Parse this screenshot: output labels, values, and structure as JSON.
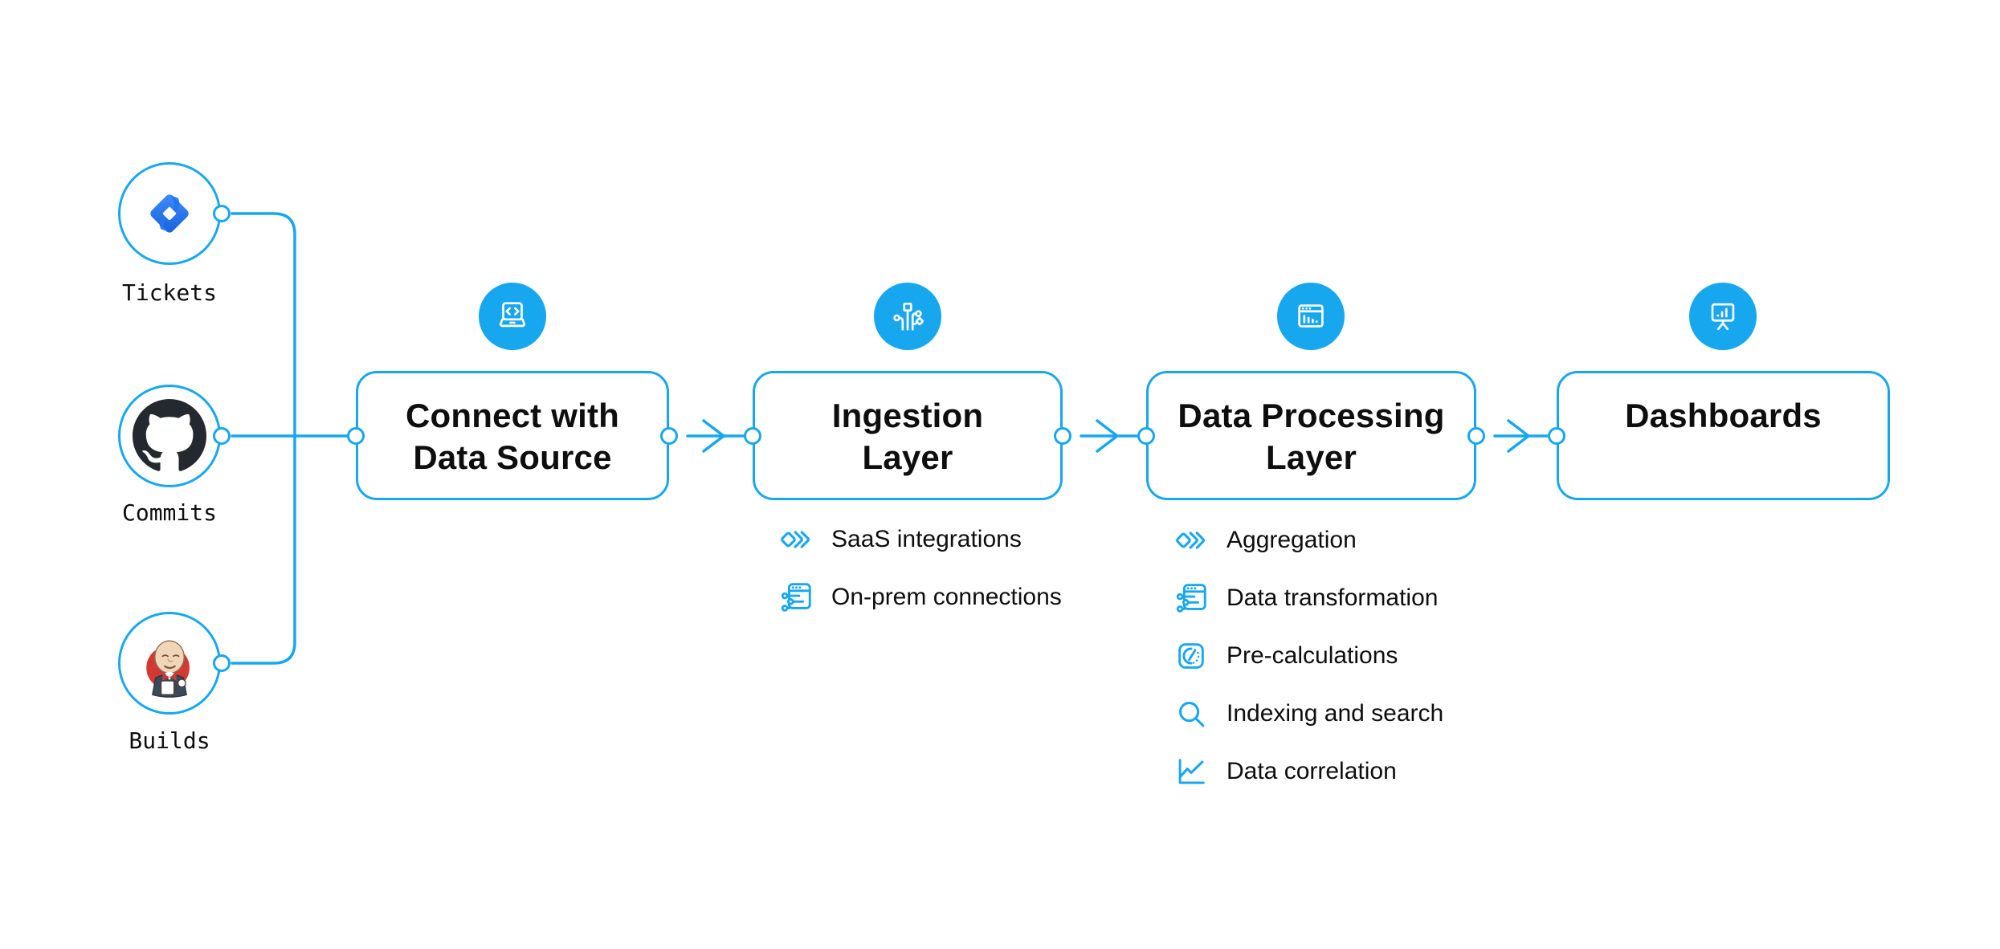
{
  "colors": {
    "accent": "#17a7ef",
    "text": "#0e0e0e",
    "github_black": "#24292f",
    "jira_blue_light": "#3f8efc",
    "jira_blue_dark": "#1461da",
    "jenkins_red": "#d33833"
  },
  "sources": [
    {
      "label": "Tickets",
      "icon": "jira-icon"
    },
    {
      "label": "Commits",
      "icon": "github-icon"
    },
    {
      "label": "Builds",
      "icon": "jenkins-icon"
    }
  ],
  "stages": [
    {
      "lines": [
        "Connect with",
        "Data Source"
      ],
      "badge_icon": "laptop-code-icon",
      "items": []
    },
    {
      "lines": [
        "Ingestion",
        "Layer"
      ],
      "badge_icon": "circuit-icon",
      "items": [
        {
          "icon": "stacked-diamonds-icon",
          "label": "SaaS integrations"
        },
        {
          "icon": "window-sliders-icon",
          "label": "On-prem connections"
        }
      ]
    },
    {
      "lines": [
        "Data Processing",
        "Layer"
      ],
      "badge_icon": "window-chart-icon",
      "items": [
        {
          "icon": "stacked-diamonds-icon",
          "label": "Aggregation"
        },
        {
          "icon": "window-sliders-icon",
          "label": "Data transformation"
        },
        {
          "icon": "gauge-icon",
          "label": "Pre-calculations"
        },
        {
          "icon": "search-icon",
          "label": "Indexing and search"
        },
        {
          "icon": "line-chart-icon",
          "label": "Data correlation"
        }
      ]
    },
    {
      "lines": [
        "Dashboards"
      ],
      "badge_icon": "presentation-chart-icon",
      "items": []
    }
  ]
}
